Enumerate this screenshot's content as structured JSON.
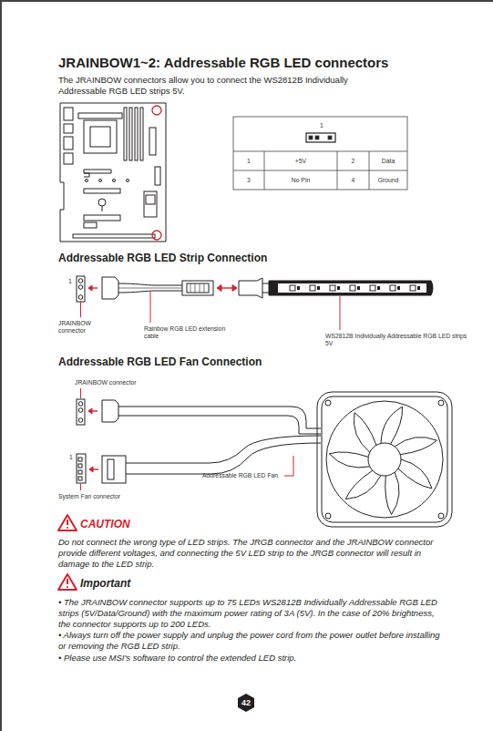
{
  "diagram": {
    "title": "JRAINBOW1~2: Addressable RGB LED connectors",
    "labels": [
      "The JRAINBOW connectors allow you to connect the WS2812B Individually Addressable RGB LED strips 5V.",
      "1",
      "1",
      "+5V",
      "2",
      "Data",
      "3",
      "No Pin",
      "4",
      "Ground",
      "Addressable RGB LED Strip Connection",
      "1",
      "JRAINBOW connector",
      "Rainbow RGB LED extension cable",
      "WS2812B Individually Addressable RGB LED strips 5V",
      "Addressable RGB LED Fan Connection",
      "JRAINBOW connector",
      "1",
      "System Fan connector",
      "Addressable RGB LED Fan",
      "CAUTION",
      "Do not connect the wrong type of LED strips. The JRGB connector and the JRAINBOW connector provide different voltages, and connecting the 5V LED strip to the JRGB connector will result in damage to the LED strip.",
      "Important",
      "• The JRAINBOW connector supports up to 75 LEDs WS2812B Individually Addressable RGB LED strips (5V/Data/Ground) with the maximum power rating of 3A (5V). In the case of 20% brightness, the connector supports up to 200 LEDs.",
      "• Always turn off the power supply and unplug the power cord from the power outlet before installing or removing the RGB LED strip.",
      "• Please use MSI's software to control the extended LED strip.",
      "42"
    ]
  }
}
